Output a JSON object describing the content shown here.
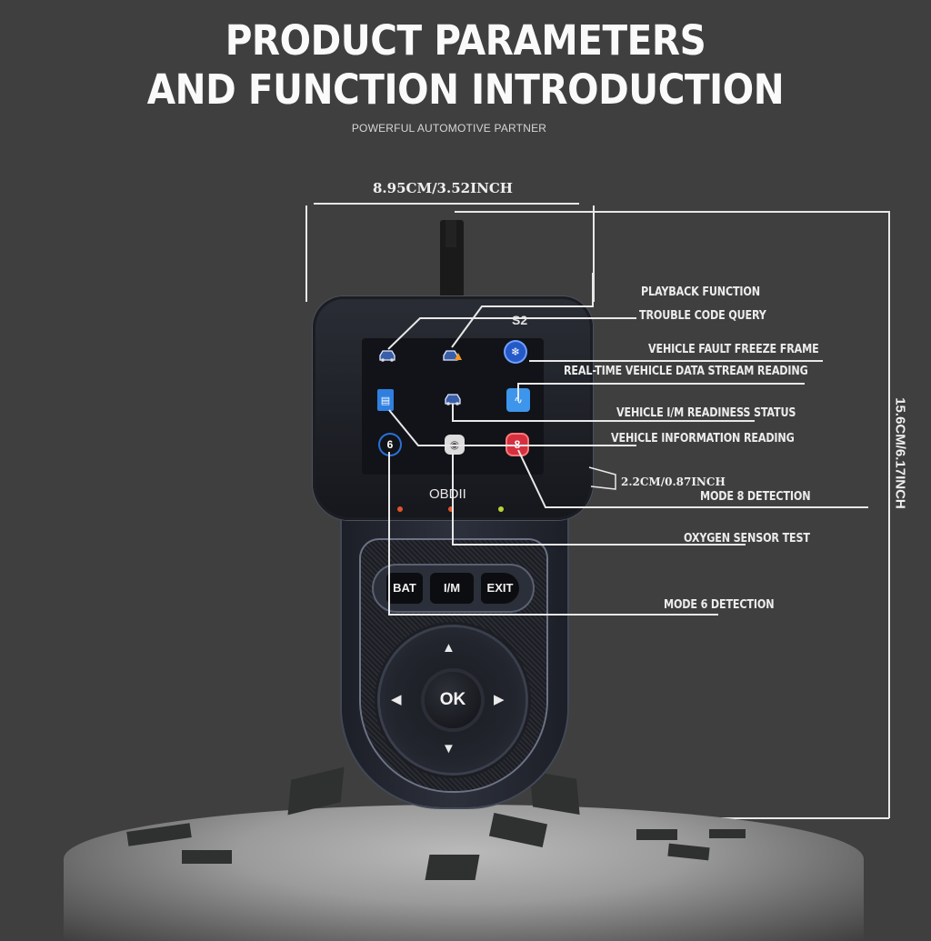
{
  "header": {
    "title_line1": "PRODUCT PARAMETERS",
    "title_line2": "AND FUNCTION INTRODUCTION",
    "subtitle": "POWERFUL AUTOMOTIVE PARTNER"
  },
  "dimensions": {
    "width": "8.95CM/3.52INCH",
    "height": "15.6CM/6.17INCH",
    "screen": "2.2CM/0.87INCH"
  },
  "device": {
    "screen_label": "OBDII",
    "screen_header": "S2",
    "buttons": [
      "BAT",
      "I/M",
      "EXIT"
    ],
    "ok_label": "OK",
    "arrows": {
      "up": "▲",
      "down": "▼",
      "left": "◀",
      "right": "▶"
    },
    "icons": [
      {
        "name": "playback-car-icon",
        "glyph": "🚗"
      },
      {
        "name": "trouble-code-car-icon",
        "glyph": "⚠"
      },
      {
        "name": "freeze-frame-icon",
        "glyph": "❄"
      },
      {
        "name": "im-readiness-icon",
        "glyph": "▤"
      },
      {
        "name": "data-stream-car-icon",
        "glyph": "🚘"
      },
      {
        "name": "data-chart-icon",
        "glyph": "∿"
      },
      {
        "name": "mode6-icon",
        "glyph": "6"
      },
      {
        "name": "oxygen-sensor-icon",
        "glyph": "◉"
      },
      {
        "name": "mode8-icon",
        "glyph": "8"
      }
    ],
    "led_colors": [
      "#e0552b",
      "#e0552b",
      "#b8d43a"
    ]
  },
  "features": [
    "PLAYBACK FUNCTION",
    "TROUBLE CODE QUERY",
    "VEHICLE FAULT FREEZE FRAME",
    "REAL-TIME VEHICLE DATA STREAM READING",
    "VEHICLE I/M READINESS STATUS",
    "VEHICLE INFORMATION READING",
    "MODE 8 DETECTION",
    "OXYGEN SENSOR TEST",
    "MODE 6 DETECTION"
  ],
  "colors": {
    "background": "#3f3f3f",
    "text": "#f2f2f2",
    "icon_blue": "#2f7fe0",
    "icon_red": "#d6303f"
  }
}
